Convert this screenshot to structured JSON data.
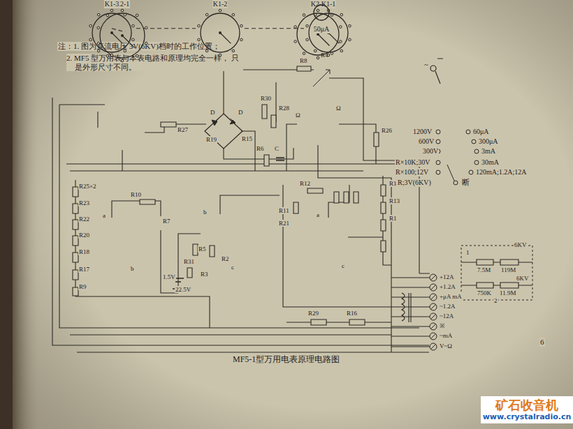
{
  "diagram": {
    "caption": "MF5-1型万用电表原理电路图",
    "nodes": [
      {
        "text": [
          "K2-1"
        ]
      },
      {
        "text": [
          "K2-2"
        ]
      },
      {
        "text": [
          "K1-3"
        ]
      },
      {
        "text": [
          "K1-2"
        ]
      },
      {
        "text": [
          "K1-1"
        ]
      },
      {
        "text": [
          "50μA"
        ]
      },
      {
        "text": [
          "矿石收音机",
          "www.crystalradio.cn"
        ]
      }
    ],
    "edges": [
      {
        "from": 0,
        "to": 2,
        "arrow": "none"
      },
      {
        "from": 2,
        "to": 3,
        "arrow": "none"
      },
      {
        "from": 3,
        "to": 4,
        "arrow": "none"
      },
      {
        "from": 1,
        "to": 4,
        "arrow": "none"
      }
    ],
    "labels": [
      "注：1. 图为直流电压 3V(6KV)档时的工作位置；",
      "2. MF5 型万用表与本表电路和原理均完全一样， 只是外形尺寸不同。",
      "R8",
      "R4",
      "D",
      "D",
      "R30",
      "R28",
      "R27",
      "R19",
      "R15",
      "R6",
      "C",
      "R26",
      "R25×2",
      "R23",
      "R22",
      "R20",
      "R18",
      "R17",
      "R9",
      "R10",
      "a",
      "b",
      "b",
      "R7",
      "R31",
      "R5",
      "R2",
      "R3",
      "1.5V",
      "22.5V",
      "R12",
      "R14",
      "R13",
      "R1",
      "R11",
      "R21",
      "a",
      "c",
      "1200V",
      "600V",
      "300V",
      "R×10K;30V",
      "R×100;12V",
      "R;3V(6KV)",
      "60μA",
      "300μA",
      "3mA",
      "30mA",
      "120mA;1.2A;12A",
      "断",
      "+12A",
      "+1.2A",
      "+μA mA",
      "~1.2A",
      "~12A",
      "※",
      "~mA",
      "V~Ω",
      "6KV",
      "1",
      "7.5M",
      "119M",
      "6KV",
      "750K",
      "11.9M",
      "2",
      "R29",
      "R16",
      "6",
      "~",
      "Ω",
      "Ω",
      "c"
    ]
  }
}
